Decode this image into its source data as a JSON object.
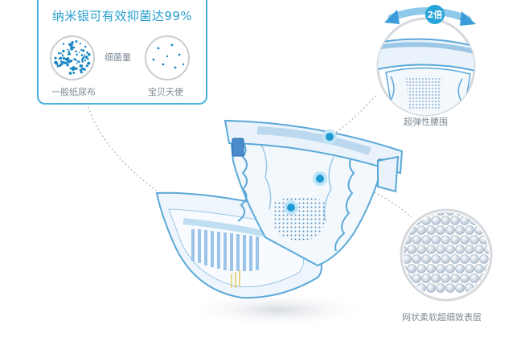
{
  "panel": {
    "title": "纳米银可有效抑菌达99%",
    "bacteria_label": "细菌量",
    "left_label": "一般纸尿布",
    "right_label": "宝贝天使"
  },
  "badge": {
    "text": "2倍"
  },
  "callouts": {
    "waistband": "超弹性腰围",
    "surface": "网状柔软超细致表层"
  },
  "colors": {
    "accent": "#2a9fd0",
    "dot": "#1c87c5",
    "outline": "#5aa8d8",
    "badge": "#27a4d8"
  }
}
